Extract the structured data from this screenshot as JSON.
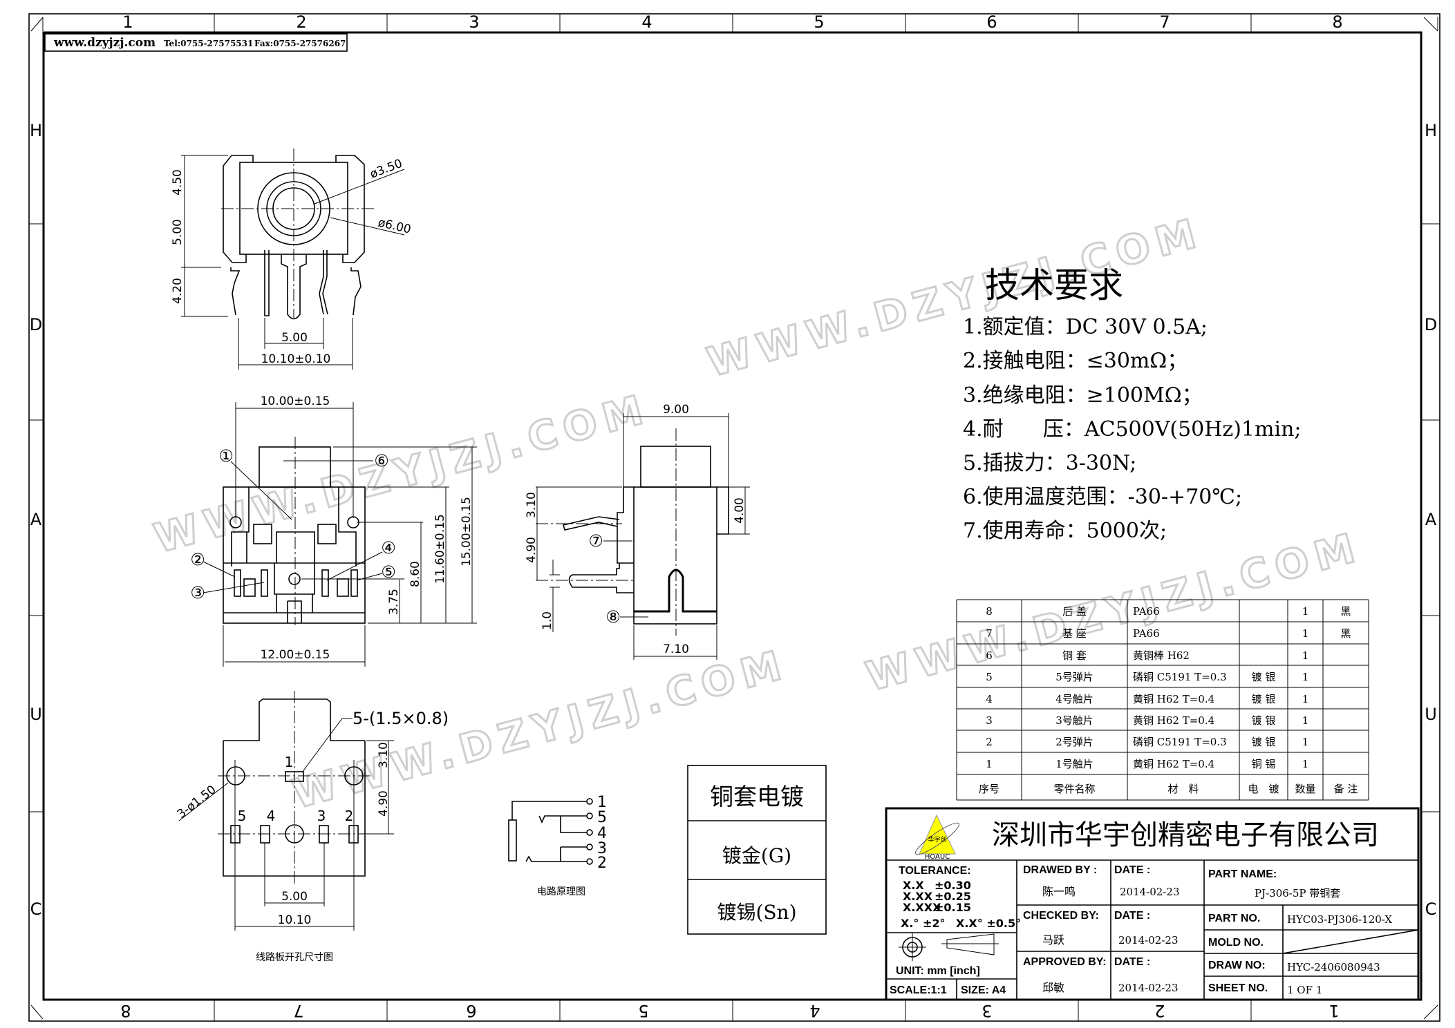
{
  "header": {
    "website": "www.dzyjzj.com",
    "tel": "Tel:0755-27575531",
    "fax": "Fax:0755-27576267"
  },
  "frame": {
    "top_columns": [
      "1",
      "2",
      "3",
      "4",
      "5",
      "6",
      "7",
      "8"
    ],
    "bottom_columns": [
      "8",
      "7",
      "6",
      "5",
      "4",
      "3",
      "2",
      "1"
    ],
    "rows": [
      "H",
      "D",
      "A",
      "U",
      "C"
    ]
  },
  "watermark": "WWW.DZYJZJ.COM",
  "top_view": {
    "dims": {
      "d1": "ø3.50",
      "d2": "ø6.00",
      "h1": "4.50",
      "h2": "5.00",
      "h3": "4.20",
      "pin_pitch": "5.00",
      "width": "10.10±0.10"
    }
  },
  "front_view": {
    "dims": {
      "top": "10.00±0.15",
      "bottom": "12.00±0.15",
      "v1": "3.75",
      "v2": "8.60",
      "v3": "11.60±0.15",
      "v4": "15.00±0.15"
    },
    "balloons": [
      "①",
      "②",
      "③",
      "④",
      "⑤",
      "⑥"
    ]
  },
  "side_view": {
    "dims": {
      "top": "9.00",
      "bottom": "7.10",
      "right": "4.00",
      "v1": "3.10",
      "v2": "4.90",
      "v3": "1.0"
    },
    "balloons": [
      "⑦",
      "⑧"
    ]
  },
  "pcb_layout": {
    "slot_note": "5-(1.5×0.8)",
    "hole_note": "3-ø1.50",
    "pin_labels": [
      "1",
      "5",
      "4",
      "3",
      "2"
    ],
    "dims": {
      "v1": "3.10",
      "v2": "4.90",
      "pitch": "5.00",
      "width": "10.10"
    },
    "caption": "线路板开孔尺寸图"
  },
  "circuit": {
    "pins": [
      "1",
      "5",
      "4",
      "3",
      "2"
    ],
    "caption": "电路原理图"
  },
  "plating": {
    "title": "铜套电镀",
    "options": [
      "镀金(G)",
      "镀锡(Sn)"
    ]
  },
  "tech": {
    "title": "技术要求",
    "items": [
      "1.额定值：DC 30V 0.5A;",
      "2.接触电阻：≤30mΩ；",
      "3.绝缘电阻：≥100MΩ；",
      "4.耐      压：AC500V(50Hz)1min;",
      "5.插拔力：3-30N;",
      "6.使用温度范围：-30-+70℃;",
      "7.使用寿命：5000次;"
    ]
  },
  "bom": {
    "headers": [
      "序号",
      "零件名称",
      "材　料",
      "电　镀",
      "数量",
      "备 注"
    ],
    "rows": [
      [
        "8",
        "后 盖",
        "PA66",
        "",
        "1",
        "黑"
      ],
      [
        "7",
        "基 座",
        "PA66",
        "",
        "1",
        "黑"
      ],
      [
        "6",
        "铜 套",
        "黄铜棒 H62",
        "",
        "1",
        ""
      ],
      [
        "5",
        "5号弹片",
        "磷铜 C5191 T=0.3",
        "镀 银",
        "1",
        ""
      ],
      [
        "4",
        "4号触片",
        "黄铜 H62 T=0.4",
        "镀 银",
        "1",
        ""
      ],
      [
        "3",
        "3号触片",
        "黄铜 H62 T=0.4",
        "镀 银",
        "1",
        ""
      ],
      [
        "2",
        "2号弹片",
        "磷铜 C5191 T=0.3",
        "镀 银",
        "1",
        ""
      ],
      [
        "1",
        "1号触片",
        "黄铜 H62 T=0.4",
        "铜 锡",
        "1",
        ""
      ]
    ]
  },
  "title_block": {
    "logo_text": "华宇创",
    "logo_brand": "HOAUC",
    "logo_color": "#ffff00",
    "company": "深圳市华宇创精密电子有限公司",
    "tolerance_label": "TOLERANCE:",
    "tolerances": [
      [
        "X.X",
        "±0.30"
      ],
      [
        "X.XX",
        "±0.25"
      ],
      [
        "X.XXX",
        "±0.15"
      ]
    ],
    "angle_tol": [
      "X.° ±2°",
      "X.X° ±0.5°"
    ],
    "unit": "UNIT:  mm  [inch]",
    "scale": "SCALE:1:1",
    "size": "SIZE:  A4",
    "drawed_by_label": "DRAWED BY :",
    "drawed_by": "陈一鸣",
    "checked_by_label": "CHECKED BY:",
    "checked_by": "马跃",
    "approved_by_label": "APPROVED BY:",
    "approved_by": "邱敏",
    "date_label": "DATE :",
    "dates": [
      "2014-02-23",
      "2014-02-23",
      "2014-02-23"
    ],
    "part_name_label": "PART NAME:",
    "part_name": "PJ-306-5P 带铜套",
    "part_no_label": "PART NO.",
    "part_no": "HYC03-PJ306-120-X",
    "mold_no_label": "MOLD NO.",
    "draw_no_label": "DRAW NO:",
    "draw_no": "HYC-2406080943",
    "sheet_no_label": "SHEET NO.",
    "sheet_no": "1 OF 1"
  }
}
